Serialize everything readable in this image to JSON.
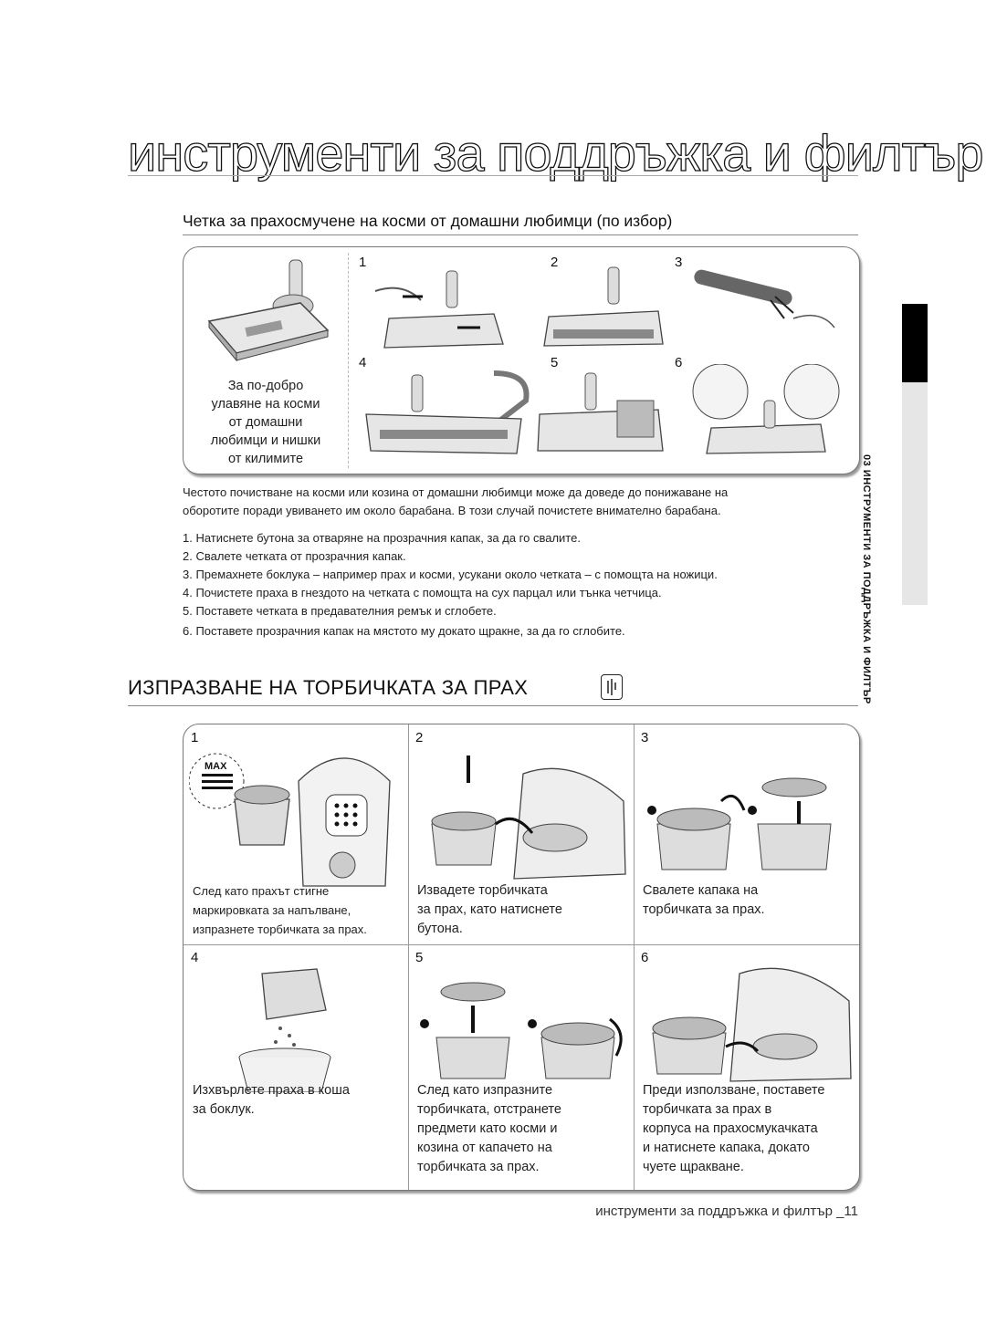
{
  "page_title": "инструменти за поддръжка и филтър",
  "section1": {
    "title": "Четка за прахосмучене на косми от домашни любимци (по избор)",
    "caption": "За по-добро улавяне на косми от домашни любимци и нишки от килимите",
    "caption_lines": [
      "За по-добро",
      "улавяне на косми",
      "от домашни",
      "любимци и нишки",
      "от килимите"
    ],
    "step_numbers": [
      "1",
      "2",
      "3",
      "4",
      "5",
      "6"
    ],
    "intro_line1": "Честото почистване на косми или козина от домашни любимци може да доведе до понижаване на",
    "intro_line2": "оборотите поради увиването им около барабана. В този случай почистете внимателно барабана.",
    "steps": [
      "1. Натиснете бутона за отваряне на прозрачния капак, за да го свалите.",
      "2. Свалете четката от прозрачния капак.",
      "3. Премахнете боклука – например прах и косми, усукани около четката – с помощта на ножици.",
      "4. Почистете праха в гнездото на четката с помощта на сух парцал или тънка четчица.",
      "5. Поставете четката в предавателния ремък и сглобете.",
      "6. Поставете прозрачния капак на мястото му докато щракне, за да го сглобите."
    ]
  },
  "section2": {
    "title": "ИЗПРАЗВАНЕ НА ТОРБИЧКАТА ЗА ПРАХ",
    "max_label": "MAX",
    "cells": [
      {
        "n": "1",
        "lines": [
          "След като прахът стигне",
          "маркировката за напълване,",
          "изпразнете торбичката за прах."
        ]
      },
      {
        "n": "2",
        "lines": [
          "Извадете торбичката",
          "за прах, като натиснете",
          "бутона."
        ]
      },
      {
        "n": "3",
        "lines": [
          "Свалете капака на",
          "торбичката за прах."
        ]
      },
      {
        "n": "4",
        "lines": [
          "Изхвърлете праха в коша",
          "за боклук."
        ]
      },
      {
        "n": "5",
        "lines": [
          "След като изпразните",
          "торбичката, отстранете",
          "предмети като косми и",
          "козина от капачето на",
          "торбичката за прах."
        ]
      },
      {
        "n": "6",
        "lines": [
          "Преди използване, поставете",
          "торбичката за прах в",
          "корпуса на прахосмукачката",
          "и натиснете капака, докато",
          "чуете щракване."
        ]
      }
    ]
  },
  "side_tab": "03 ИНСТРУМЕНТИ ЗА ПОДДРЪЖКА И ФИЛТЪР",
  "footer": "инструменти за поддръжка и филтър _11"
}
